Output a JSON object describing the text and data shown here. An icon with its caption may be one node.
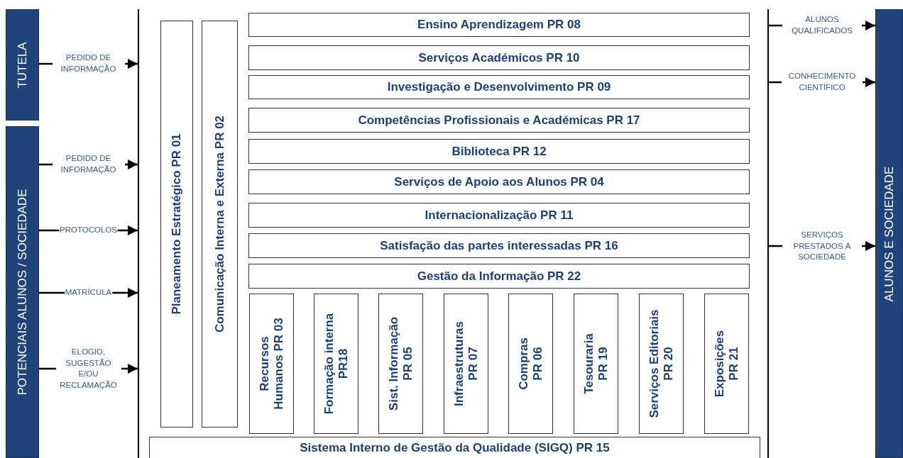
{
  "diagram": {
    "nodes": [
      {
        "text": [
          "TUTELA"
        ]
      },
      {
        "text": [
          "POTENCIAIS ALUNOS / SOCIEDADE"
        ]
      },
      {
        "text": [
          "ALUNOS E SOCIEDADE"
        ]
      },
      {
        "text": [],
        "shape": "line"
      },
      {
        "text": [],
        "shape": "line"
      },
      {
        "text": [
          "Planeamento Estratégico  PR 01"
        ]
      },
      {
        "text": [
          "Comunicação Interna e Externa  PR  02"
        ]
      },
      {
        "text": [
          "Ensino Aprendizagem  PR 08"
        ]
      },
      {
        "text": [
          "Serviços Académicos  PR 10"
        ]
      },
      {
        "text": [
          "Investigação e Desenvolvimento  PR 09"
        ]
      },
      {
        "text": [
          "Competências Profissionais e Académicas  PR 17"
        ]
      },
      {
        "text": [
          "Biblioteca  PR 12"
        ]
      },
      {
        "text": [
          "Serviços de Apoio aos Alunos  PR 04"
        ]
      },
      {
        "text": [
          "Internacionalização  PR 11"
        ]
      },
      {
        "text": [
          "Satisfação das partes interessadas  PR 16"
        ]
      },
      {
        "text": [
          "Gestão da Informação  PR 22"
        ]
      },
      {
        "text": [
          "Recursos Humanos PR 03"
        ]
      },
      {
        "text": [
          "Formação interna PR18"
        ]
      },
      {
        "text": [
          "Sist. Informação PR 05"
        ]
      },
      {
        "text": [
          "Infraestruturas PR  07"
        ]
      },
      {
        "text": [
          "Compras PR 06"
        ]
      },
      {
        "text": [
          "Tesouraria PR 19"
        ]
      },
      {
        "text": [
          "Serviços Editoriais PR 20"
        ]
      },
      {
        "text": [
          "Exposições PR 21"
        ]
      },
      {
        "text": [
          "Sistema Interno de Gestão da Qualidade (SIGQ)  PR  15"
        ]
      }
    ],
    "edges": [
      {
        "from": 0,
        "to": 3,
        "arrow": "to",
        "label": "PEDIDO DE INFORMAÇÃO"
      },
      {
        "from": 1,
        "to": 3,
        "arrow": "to",
        "label": "PEDIDO DE INFORMAÇÃO"
      },
      {
        "from": 1,
        "to": 3,
        "arrow": "to",
        "label": "PROTOCOLOS"
      },
      {
        "from": 1,
        "to": 3,
        "arrow": "to",
        "label": "MATRÍCULA"
      },
      {
        "from": 1,
        "to": 3,
        "arrow": "to",
        "label": "ELOGIO, SUGESTÃO E/OU RECLAMAÇÃO"
      },
      {
        "from": 4,
        "to": 2,
        "arrow": "to",
        "label": "ALUNOS QUALIFICADOS"
      },
      {
        "from": 4,
        "to": 2,
        "arrow": "to",
        "label": "CONHECIMENTO CIENTÍFICO"
      },
      {
        "from": 4,
        "to": 2,
        "arrow": "to",
        "label": "SERVIÇOS PRESTADOS Á SOCIEDADE"
      }
    ]
  }
}
